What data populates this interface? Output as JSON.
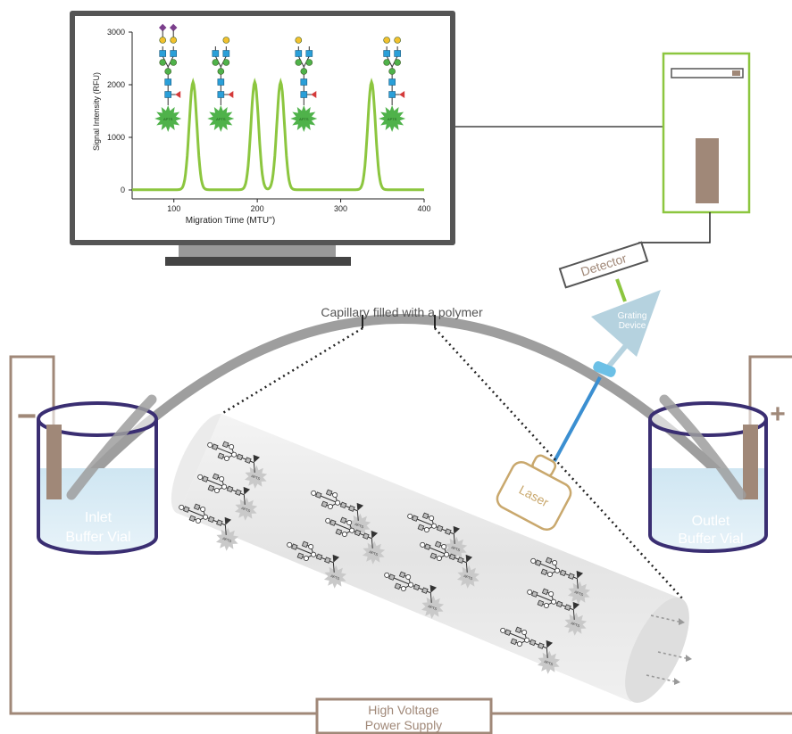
{
  "monitor": {
    "chart_data": {
      "type": "line",
      "title": "",
      "xlabel": "Migration Time (MTU'')",
      "ylabel": "Signal Intensity (RFU)",
      "xlim": [
        50,
        400
      ],
      "ylim": [
        0,
        3000
      ],
      "x_ticks": [
        "100",
        "200",
        "300",
        "400"
      ],
      "y_ticks": [
        "0",
        "1000",
        "2000",
        "3000"
      ],
      "grid": false,
      "series": [
        {
          "color": "#8cc63f",
          "peaks": [
            {
              "x": 123,
              "y": 2050
            },
            {
              "x": 197,
              "y": 2050
            },
            {
              "x": 228,
              "y": 2050
            },
            {
              "x": 337,
              "y": 2050
            }
          ],
          "baseline": 5
        }
      ],
      "glycan_labels": [
        "APTS",
        "APTS",
        "APTS",
        "APTS"
      ]
    }
  },
  "labels": {
    "capillary": "Capillary filled with a polymer",
    "detector": "Detector",
    "grating_line1": "Grating",
    "grating_line2": "Device",
    "laser": "Laser",
    "inlet_line1": "Inlet",
    "inlet_line2": "Buffer Vial",
    "outlet_line1": "Outlet",
    "outlet_line2": "Buffer Vial",
    "minus": "−",
    "plus": "+",
    "power_line1": "High Voltage",
    "power_line2": "Power Supply",
    "aptS": "APTS"
  },
  "colors": {
    "green": "#8cc63f",
    "wire": "#a08878",
    "vial": "#3a2e72",
    "capillary": "#9e9e9e",
    "laser_beam": "#3b8fd1",
    "grating": "#b5d2df",
    "monitor_frame": "#555555"
  }
}
